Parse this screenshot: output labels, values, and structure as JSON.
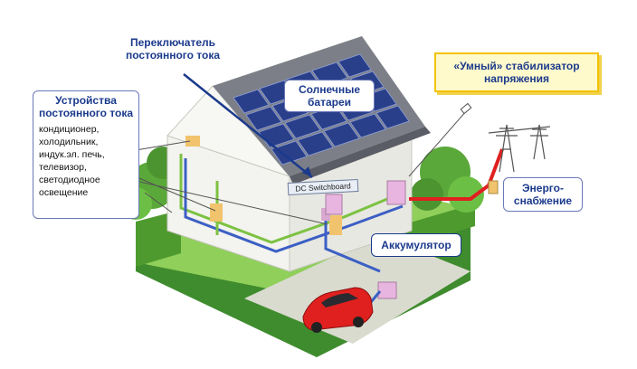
{
  "labels": {
    "dc_switch": "Переключатель постоянного тока",
    "dc_devices_title": "Устройства постоянного тока",
    "dc_devices_list": [
      "кондиционер,",
      "холодильник,",
      "индук.эл. печь,",
      "телевизор,",
      "светодиодное",
      "освещение"
    ],
    "solar": "Солнечные батареи",
    "smart_stabilizer": "«Умный» стабилизатор напряжения",
    "grid": "Энерго-снабжение",
    "battery": "Аккумулятор",
    "switchboard": "DC Switchboard"
  },
  "colors": {
    "title_blue": "#1b3a8c",
    "box_border": "#6b78b8",
    "smart_fill": "#fffacc",
    "smart_border": "#f2c200",
    "solar_panel": "#2a3f8a",
    "grid_line_red": "#e02020",
    "wire_green": "#7cc242",
    "wire_blue": "#3b5fc4",
    "car_red": "#e0201e"
  }
}
